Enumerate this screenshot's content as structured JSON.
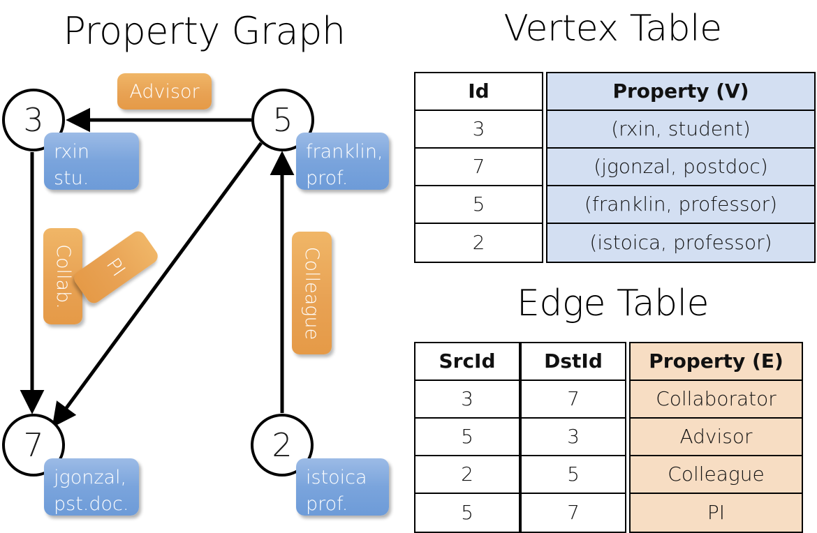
{
  "titles": {
    "property_graph": "Property Graph",
    "vertex_table": "Vertex Table",
    "edge_table": "Edge Table"
  },
  "graph": {
    "nodes": [
      {
        "id": "3",
        "label_line1": "rxin",
        "label_line2": "stu."
      },
      {
        "id": "5",
        "label_line1": "franklin,",
        "label_line2": "prof."
      },
      {
        "id": "7",
        "label_line1": "jgonzal,",
        "label_line2": "pst.doc."
      },
      {
        "id": "2",
        "label_line1": "istoica",
        "label_line2": "prof."
      }
    ],
    "edge_labels": [
      {
        "text": "Advisor",
        "orientation": "horizontal"
      },
      {
        "text": "Collab.",
        "orientation": "vertical"
      },
      {
        "text": "PI",
        "orientation": "diagonal"
      },
      {
        "text": "Colleague",
        "orientation": "vertical"
      }
    ],
    "edges": [
      {
        "from": "5",
        "to": "3",
        "label": "Advisor"
      },
      {
        "from": "3",
        "to": "7",
        "label": "Collab."
      },
      {
        "from": "5",
        "to": "7",
        "label": "PI"
      },
      {
        "from": "2",
        "to": "5",
        "label": "Colleague"
      }
    ]
  },
  "vertex_table": {
    "headers": [
      "Id",
      "Property (V)"
    ],
    "rows": [
      {
        "id": "3",
        "property": "(rxin, student)"
      },
      {
        "id": "7",
        "property": "(jgonzal, postdoc)"
      },
      {
        "id": "5",
        "property": "(franklin, professor)"
      },
      {
        "id": "2",
        "property": "(istoica, professor)"
      }
    ]
  },
  "edge_table": {
    "headers": [
      "SrcId",
      "DstId",
      "Property (E)"
    ],
    "rows": [
      {
        "src": "3",
        "dst": "7",
        "property": "Collaborator"
      },
      {
        "src": "5",
        "dst": "3",
        "property": "Advisor"
      },
      {
        "src": "2",
        "dst": "5",
        "property": "Colleague"
      },
      {
        "src": "5",
        "dst": "7",
        "property": "PI"
      }
    ]
  },
  "colors": {
    "vertex_header_fill": "#d3dff2",
    "edge_header_fill": "#f7ddc3",
    "vertex_badge": "#7aa4dc",
    "edge_badge": "#e8a254",
    "stroke": "#000000"
  }
}
